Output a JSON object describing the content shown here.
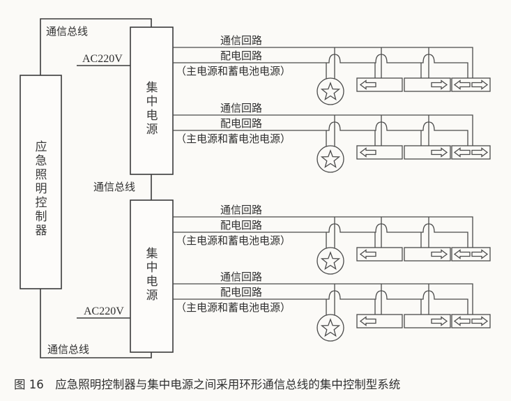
{
  "diagram": {
    "controller": {
      "label_chars": [
        "应",
        "急",
        "照",
        "明",
        "控",
        "制",
        "器"
      ]
    },
    "bus_labels": {
      "top": "通信总线",
      "middle": "通信总线",
      "bottom": "通信总线"
    },
    "power_supplies": [
      {
        "label_chars": [
          "集",
          "中",
          "电",
          "源"
        ],
        "input": "AC220V"
      },
      {
        "label_chars": [
          "集",
          "中",
          "电",
          "源"
        ],
        "input": "AC220V"
      }
    ],
    "circuits": [
      {
        "comm_label": "通信回路",
        "power_label": "配电回路",
        "power_note": "（主电源和蓄电池电源）"
      },
      {
        "comm_label": "通信回路",
        "power_label": "配电回路",
        "power_note": "（主电源和蓄电池电源）"
      },
      {
        "comm_label": "通信回路",
        "power_label": "配电回路",
        "power_note": "（主电源和蓄电池电源）"
      },
      {
        "comm_label": "通信回路",
        "power_label": "配电回路",
        "power_note": "（主电源和蓄电池电源）"
      }
    ],
    "devices": [
      {
        "type": "emergency-light",
        "icon": "star-icon"
      },
      {
        "type": "exit-sign",
        "icon": "arrow-left-icon"
      },
      {
        "type": "exit-sign",
        "icon": "arrow-right-icon"
      },
      {
        "type": "exit-sign",
        "icon": "arrow-both-icon"
      }
    ]
  },
  "caption": "图 16　应急照明控制器与集中电源之间采用环形通信总线的集中控制型系统"
}
